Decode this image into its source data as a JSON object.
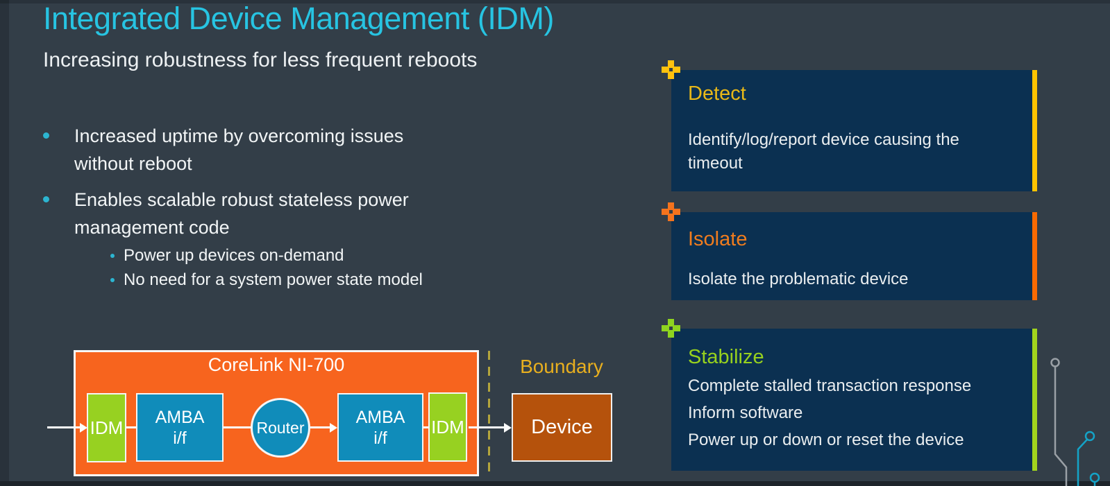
{
  "slide": {
    "title": "Integrated Device Management (IDM)",
    "subtitle": "Increasing robustness for less frequent reboots",
    "bullets": [
      {
        "text": "Increased uptime by overcoming issues without reboot",
        "sub": []
      },
      {
        "text": "Enables scalable robust stateless power management code",
        "sub": [
          "Power up devices on-demand",
          "No need for a system power state model"
        ]
      }
    ]
  },
  "diagram": {
    "container_label": "CoreLink NI-700",
    "blocks": {
      "idm_left": "IDM",
      "amba_left": "AMBA i/f",
      "router": "Router",
      "amba_right": "AMBA i/f",
      "idm_right": "IDM"
    },
    "boundary_label": "Boundary",
    "device_label": "Device"
  },
  "cards": [
    {
      "title": "Detect",
      "lines": [
        "Identify/log/report device causing the timeout"
      ]
    },
    {
      "title": "Isolate",
      "lines": [
        "Isolate the problematic device"
      ]
    },
    {
      "title": "Stabilize",
      "lines": [
        "Complete stalled transaction response",
        "Inform software",
        "Power up or down or reset the device"
      ]
    }
  ],
  "icons": {
    "plus_detect": "plus-icon",
    "plus_isolate": "plus-icon",
    "plus_stabilize": "plus-icon"
  },
  "colors": {
    "background": "#333e48",
    "title_cyan": "#27c4e2",
    "bullet_dot_cyan": "#2cb5d1",
    "card_navy": "#0b3051",
    "detect_accent": "#ffc400",
    "detect_heading": "#e8b818",
    "isolate_accent": "#fa6a02",
    "isolate_heading": "#f07c1e",
    "stabilize_accent": "#a2d41d",
    "stabilize_heading": "#97d11e",
    "diagram_orange": "#f7641e",
    "idm_green": "#97d121",
    "amba_blue": "#108cba",
    "device_rust": "#b5520c",
    "boundary_gold": "#e8af1f",
    "boundary_dash_olive": "#b3a53c",
    "circuit_gray": "#9aa0a6",
    "circuit_cyan": "#14a3c7"
  }
}
